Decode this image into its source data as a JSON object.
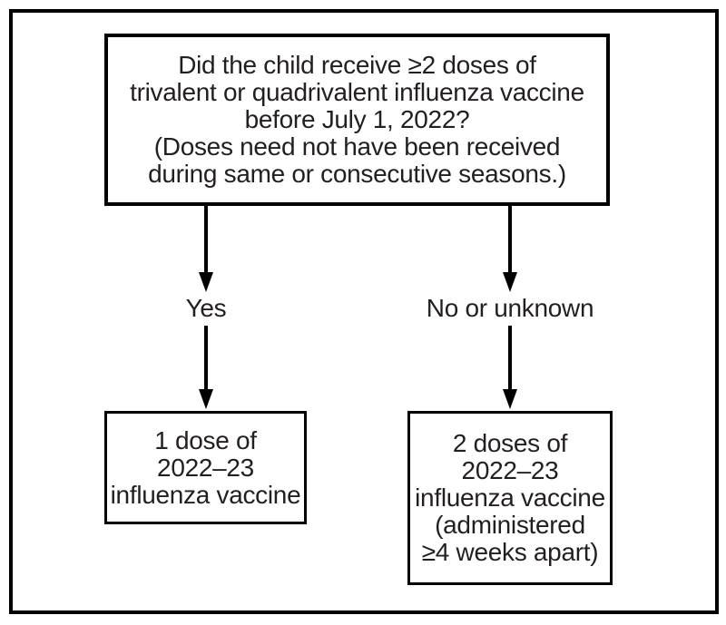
{
  "flowchart": {
    "question_box": {
      "lines": [
        "Did the child receive ≥2 doses of",
        "trivalent or quadrivalent influenza vaccine",
        "before July 1, 2022?",
        "(Doses need not have been received",
        "during same or consecutive seasons.)"
      ]
    },
    "branches": [
      {
        "label": "Yes",
        "outcome": {
          "lines": [
            "1 dose of",
            "2022–23",
            "influenza vaccine"
          ]
        }
      },
      {
        "label": "No or unknown",
        "outcome": {
          "lines": [
            "2 doses of",
            "2022–23",
            "influenza vaccine",
            "(administered",
            "≥4 weeks apart)"
          ]
        }
      }
    ],
    "colors": {
      "background": "#ffffff",
      "text": "#231f20",
      "line": "#000000"
    }
  }
}
